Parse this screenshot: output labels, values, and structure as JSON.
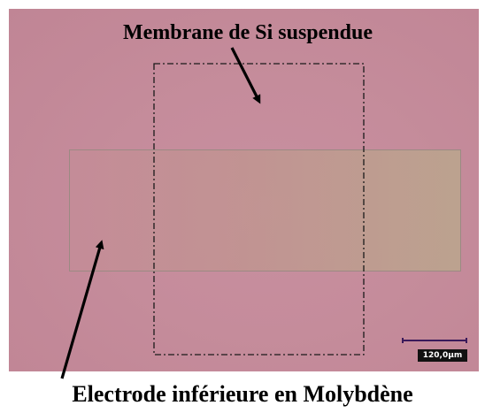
{
  "labels": {
    "membrane": "Membrane de Si suspendue",
    "electrode": "Electrode inférieure en Molybdène"
  },
  "scale_bar": {
    "text": "120,0µm"
  },
  "colors": {
    "substrate": "#c58c9b",
    "electrode_edge": "#9b8a83",
    "scale_bar_line": "#3a1a5a",
    "annotation": "#000000"
  }
}
